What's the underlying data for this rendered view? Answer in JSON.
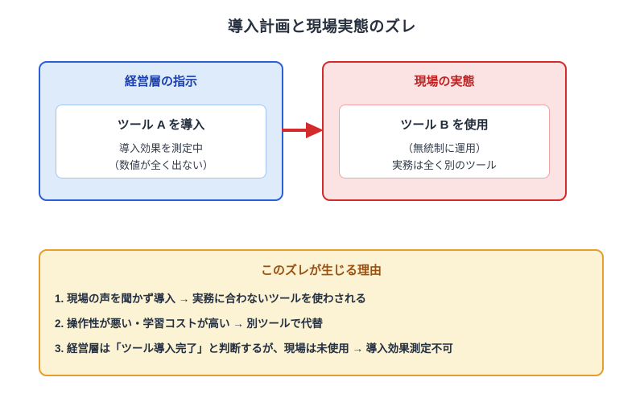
{
  "title": "導入計画と現場実態のズレ",
  "colors": {
    "title_text": "#27303f",
    "blue_border": "#2b5fd9",
    "blue_bg": "#deebfb",
    "blue_header_text": "#1b3fae",
    "blue_inner_border": "#a4c3ef",
    "red_border": "#d32b2b",
    "red_bg": "#fbe3e4",
    "red_header_text": "#bc2323",
    "red_inner_border": "#efa2a2",
    "arrow": "#d32b2b",
    "yellow_border": "#e89c2c",
    "yellow_bg": "#fbf3d4",
    "yellow_header_text": "#9a5110",
    "body_text": "#242f40"
  },
  "boxes": {
    "left": {
      "header": "経営層の指示",
      "card_title": "ツール A を導入",
      "lines": [
        "導入効果を測定中",
        "（数値が全く出ない）"
      ]
    },
    "right": {
      "header": "現場の実態",
      "card_title": "ツール B を使用",
      "lines": [
        "（無統制に運用）",
        "実務は全く別のツール"
      ]
    }
  },
  "reasons": {
    "header": "このズレが生じる理由",
    "items": [
      "1. 現場の声を聞かず導入 → 実務に合わないツールを使わされる",
      "2. 操作性が悪い・学習コストが高い → 別ツールで代替",
      "3. 経営層は「ツール導入完了」と判断するが、現場は未使用 → 導入効果測定不可"
    ]
  }
}
